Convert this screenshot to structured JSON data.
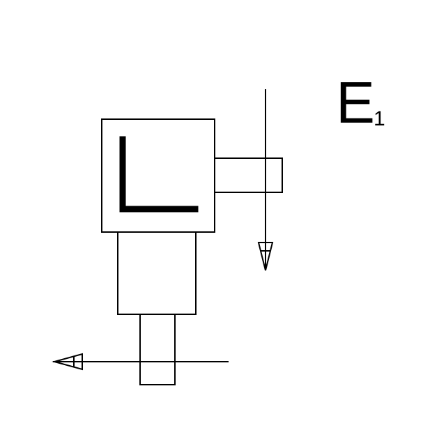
{
  "diagram": {
    "label": {
      "main": "E",
      "subscript": "1"
    },
    "gearbox_glyph": "L",
    "output_shaft_arrow": "arrow-down-icon",
    "input_shaft_arrow": "arrow-left-icon",
    "colors": {
      "line": "#000000",
      "background": "#ffffff"
    }
  }
}
